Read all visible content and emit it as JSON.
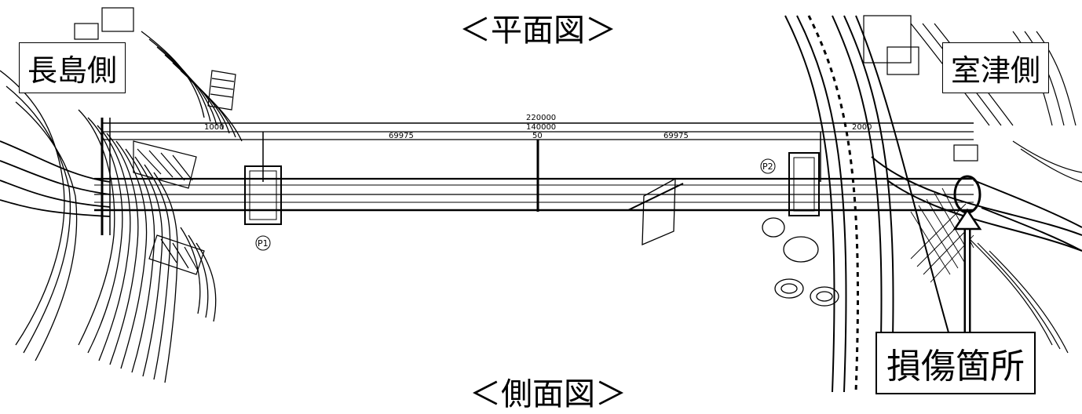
{
  "titles": {
    "plan": "＜平面図＞",
    "side": "＜側面図＞"
  },
  "labels": {
    "left_side": "長島側",
    "right_side": "室津側",
    "damage": "損傷箇所"
  },
  "dimensions": {
    "total": "220000",
    "main": "140000",
    "left_span": "69975",
    "center": "50",
    "right_span": "69975",
    "left_end": "1000",
    "right_end": "2000"
  },
  "piers": {
    "p1": "P1",
    "p2": "P2"
  }
}
